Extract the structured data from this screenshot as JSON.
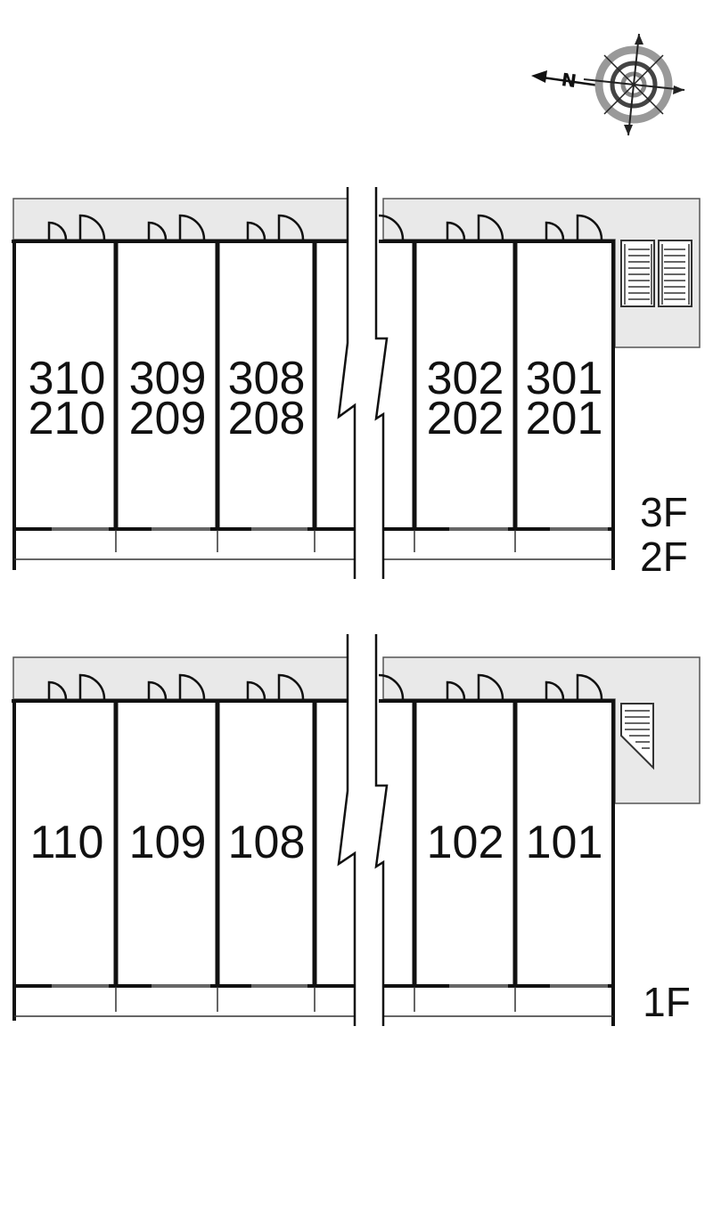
{
  "compass": {
    "north_label": "N"
  },
  "floors": [
    {
      "id": "upper",
      "floor_labels": [
        "3F",
        "2F"
      ],
      "rooms_left": [
        {
          "top": "310",
          "bottom": "210"
        },
        {
          "top": "309",
          "bottom": "209"
        },
        {
          "top": "308",
          "bottom": "208"
        }
      ],
      "rooms_right": [
        {
          "top": "302",
          "bottom": "202"
        },
        {
          "top": "301",
          "bottom": "201"
        }
      ]
    },
    {
      "id": "ground",
      "floor_labels": [
        "1F"
      ],
      "rooms_left": [
        {
          "top": "110"
        },
        {
          "top": "109"
        },
        {
          "top": "108"
        }
      ],
      "rooms_right": [
        {
          "top": "102"
        },
        {
          "top": "101"
        }
      ]
    }
  ],
  "colors": {
    "corridor": "#e9e9e9",
    "wall": "#111111",
    "line": "#444444"
  }
}
